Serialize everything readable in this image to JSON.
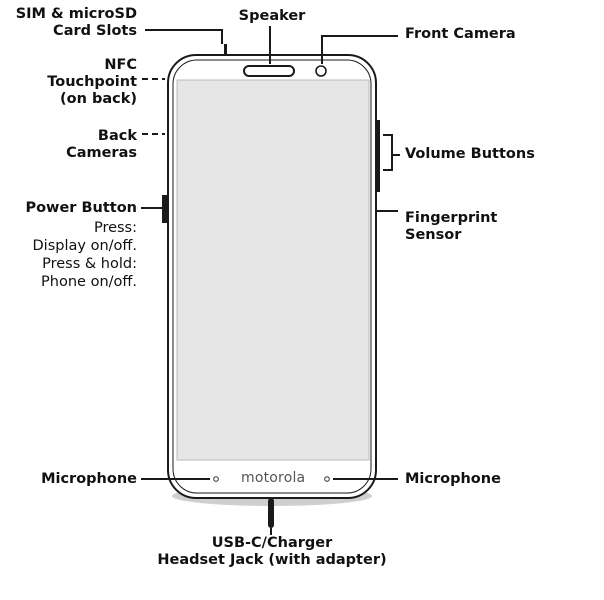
{
  "labels": {
    "sim_card": [
      "SIM & microSD",
      "Card Slots"
    ],
    "speaker": "Speaker",
    "front_camera": "Front Camera",
    "nfc": [
      "NFC",
      "Touchpoint",
      "(on back)"
    ],
    "back_cameras": [
      "Back",
      "Cameras"
    ],
    "volume_buttons": "Volume Buttons",
    "power_button": "Power Button",
    "power_desc": [
      "Press:",
      "Display on/off.",
      "Press & hold:",
      "Phone on/off."
    ],
    "fingerprint": [
      "Fingerprint",
      "Sensor"
    ],
    "microphone_left": "Microphone",
    "microphone_right": "Microphone",
    "usb": [
      "USB-C/Charger",
      "Headset Jack (with adapter)"
    ]
  },
  "brand": "motorola",
  "colors": {
    "screen": "#e6e6e6",
    "outline": "#1a1a1a",
    "bezel": "#ffffff"
  }
}
